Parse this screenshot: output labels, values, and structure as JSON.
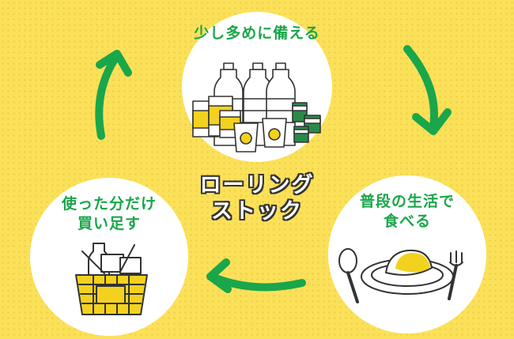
{
  "title": "ローリングストック",
  "title_lines": [
    "ローリング",
    "ストック"
  ],
  "steps": {
    "top": {
      "label": "少し多めに備える"
    },
    "right": {
      "line1": "普段の生活で",
      "line2": "食べる"
    },
    "left": {
      "line1": "使った分だけ",
      "line2": "買い足す"
    }
  },
  "colors": {
    "background": "#fbe15a",
    "accent_green": "#1aa64a",
    "accent_yellow": "#f3d21f",
    "outline": "#333333"
  },
  "icons": [
    "water-bottles-and-cans-icon",
    "curry-rice-plate-icon",
    "shopping-basket-icon",
    "cycle-arrow-icon"
  ]
}
